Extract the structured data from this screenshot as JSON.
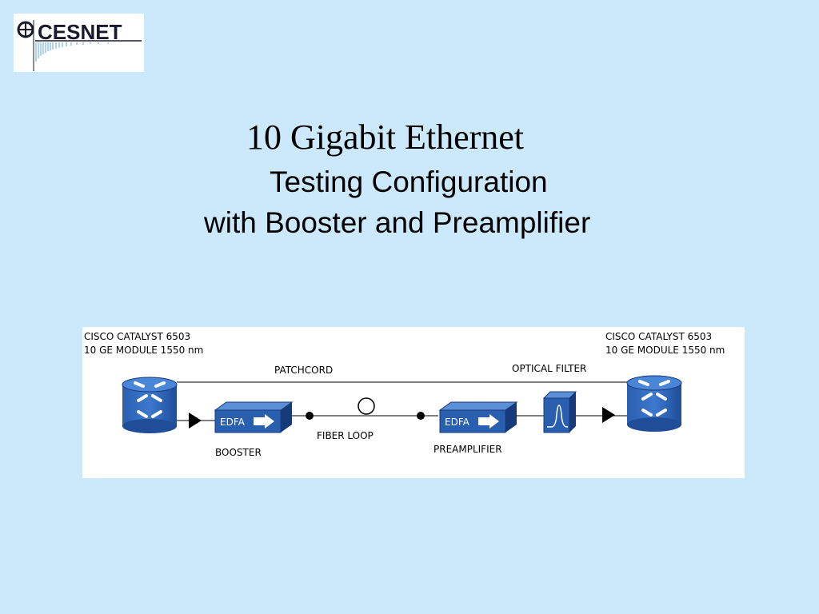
{
  "logo": {
    "text": "CESNET"
  },
  "title": "10 Gigabit Ethernet",
  "subtitle_line1": "Testing Configuration",
  "subtitle_line2": "with Booster and Preamplifier",
  "diagram": {
    "left_switch_line1": "CISCO CATALYST 6503",
    "left_switch_line2": "10 GE MODULE 1550 nm",
    "right_switch_line1": "CISCO CATALYST 6503",
    "right_switch_line2": "10 GE MODULE 1550 nm",
    "patchcord": "PATCHCORD",
    "optical_filter": "OPTICAL FILTER",
    "booster_box": "EDFA",
    "booster": "BOOSTER",
    "fiber_loop": "FIBER LOOP",
    "preamp_box": "EDFA",
    "preamplifier": "PREAMPLIFIER"
  },
  "colors": {
    "background": "#cce9fc",
    "device_blue": "#2a5fb0",
    "device_dark": "#173b7a"
  }
}
